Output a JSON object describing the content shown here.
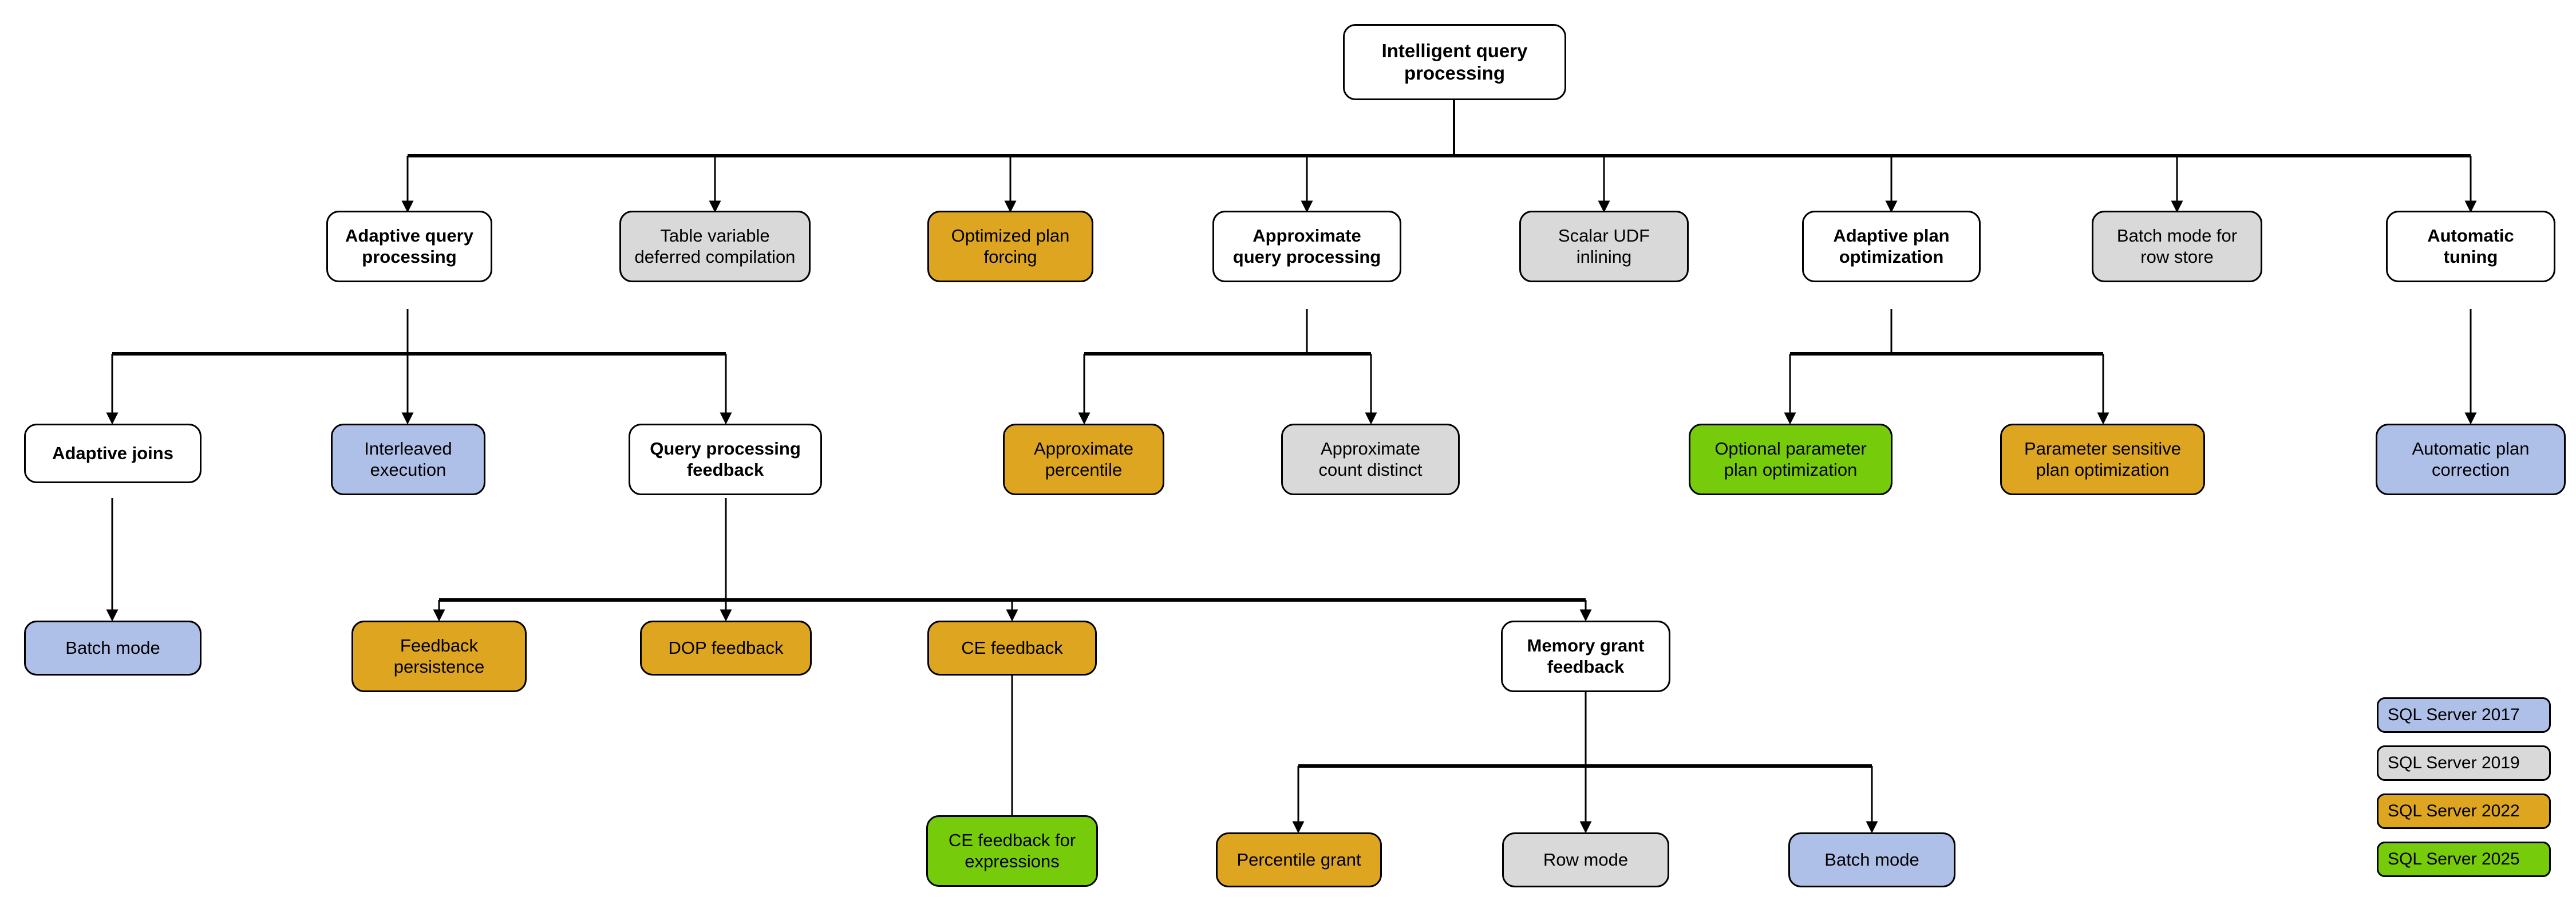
{
  "diagram": {
    "title": "Intelligent query processing feature family",
    "colors": {
      "sql_server_2017": "#aebfe8",
      "sql_server_2019": "#d9d9d9",
      "sql_server_2022": "#dda520",
      "sql_server_2025": "#76cc0a",
      "unversioned": "#ffffff",
      "line": "#000000"
    },
    "root": {
      "label": "Intelligent query\nprocessing"
    },
    "level2": [
      {
        "label": "Adaptive query\nprocessing"
      },
      {
        "label": "Table variable\ndeferred compilation"
      },
      {
        "label": "Optimized plan\nforcing"
      },
      {
        "label": "Approximate\nquery processing"
      },
      {
        "label": "Scalar UDF\ninlining"
      },
      {
        "label": "Adaptive plan\noptimization"
      },
      {
        "label": "Batch mode for\nrow store"
      },
      {
        "label": "Automatic\ntuning"
      }
    ],
    "level3": [
      {
        "label": "Adaptive joins"
      },
      {
        "label": "Interleaved\nexecution"
      },
      {
        "label": "Query processing\nfeedback"
      },
      {
        "label": "Approximate\npercentile"
      },
      {
        "label": "Approximate\ncount distinct"
      },
      {
        "label": "Optional parameter\nplan optimization"
      },
      {
        "label": "Parameter sensitive\nplan optimization"
      },
      {
        "label": "Automatic plan\ncorrection"
      }
    ],
    "level4": [
      {
        "label": "Batch mode"
      },
      {
        "label": "Feedback\npersistence"
      },
      {
        "label": "DOP feedback"
      },
      {
        "label": "CE feedback"
      },
      {
        "label": "Memory grant\nfeedback"
      }
    ],
    "level5": [
      {
        "label": "CE feedback for\nexpressions"
      },
      {
        "label": "Percentile grant"
      },
      {
        "label": "Row mode"
      },
      {
        "label": "Batch mode"
      }
    ]
  },
  "legend": {
    "items": [
      {
        "label": "SQL Server 2017"
      },
      {
        "label": "SQL Server 2019"
      },
      {
        "label": "SQL Server 2022"
      },
      {
        "label": "SQL Server 2025"
      }
    ]
  }
}
